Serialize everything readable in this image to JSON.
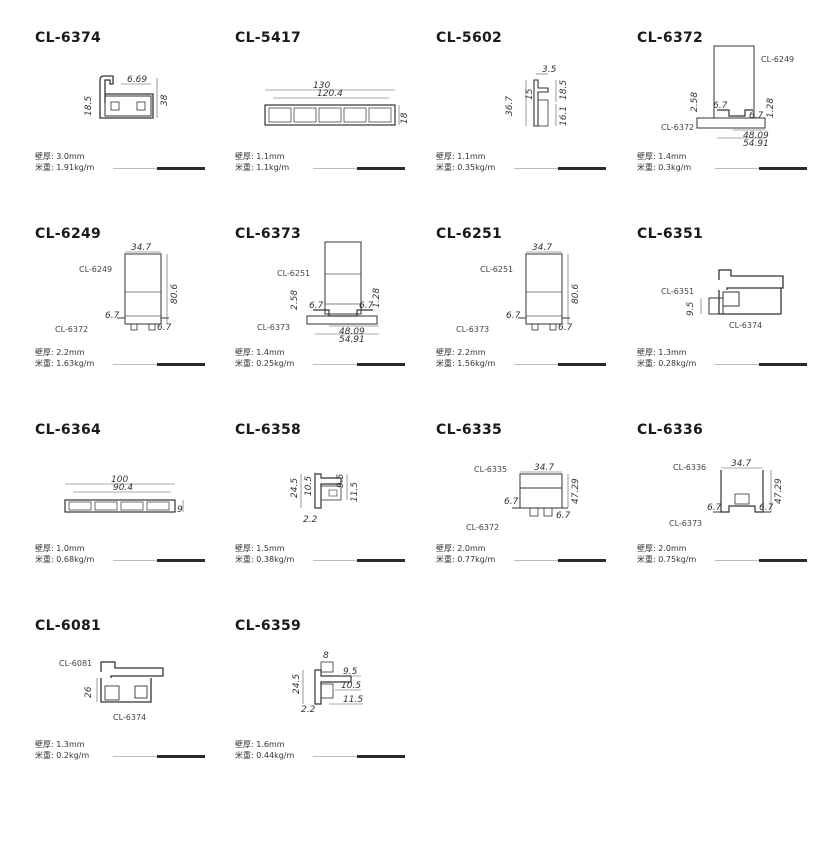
{
  "products": [
    {
      "code": "CL-6374",
      "wall_label": "壁厚:",
      "wall": "3.0mm",
      "weight_label": "米重:",
      "weight": "1.91kg/m",
      "drawing": "a",
      "dims": [
        "6.69",
        "18.5",
        "38"
      ],
      "labels": []
    },
    {
      "code": "CL-5417",
      "wall_label": "壁厚:",
      "wall": "1.1mm",
      "weight_label": "米重:",
      "weight": "1.1kg/m",
      "drawing": "b",
      "dims": [
        "130",
        "120.4",
        "18"
      ],
      "labels": []
    },
    {
      "code": "CL-5602",
      "wall_label": "壁厚:",
      "wall": "1.1mm",
      "weight_label": "米重:",
      "weight": "0.35kg/m",
      "drawing": "c",
      "dims": [
        "3.5",
        "36.7",
        "15",
        "18.5",
        "16.1"
      ],
      "labels": []
    },
    {
      "code": "CL-6372",
      "wall_label": "壁厚:",
      "wall": "1.4mm",
      "weight_label": "米重:",
      "weight": "0.3kg/m",
      "drawing": "d",
      "dims": [
        "2.58",
        "6.7",
        "6.7",
        "1.28",
        "48.09",
        "54.91"
      ],
      "labels": [
        "CL-6249",
        "CL-6372"
      ]
    },
    {
      "code": "CL-6249",
      "wall_label": "壁厚:",
      "wall": "2.2mm",
      "weight_label": "米重:",
      "weight": "1.63kg/m",
      "drawing": "e",
      "dims": [
        "34.7",
        "80.6",
        "6.7",
        "6.7"
      ],
      "labels": [
        "CL-6249",
        "CL-6372"
      ]
    },
    {
      "code": "CL-6373",
      "wall_label": "壁厚:",
      "wall": "1.4mm",
      "weight_label": "米重:",
      "weight": "0.25kg/m",
      "drawing": "d2",
      "dims": [
        "2.58",
        "6.7",
        "6.7",
        "1.28",
        "48.09",
        "54.91"
      ],
      "labels": [
        "CL-6251",
        "CL-6373"
      ]
    },
    {
      "code": "CL-6251",
      "wall_label": "壁厚:",
      "wall": "2.2mm",
      "weight_label": "米重:",
      "weight": "1.56kg/m",
      "drawing": "e",
      "dims": [
        "34.7",
        "80.6",
        "6.7",
        "6.7"
      ],
      "labels": [
        "CL-6251",
        "CL-6373"
      ]
    },
    {
      "code": "CL-6351",
      "wall_label": "壁厚:",
      "wall": "1.3mm",
      "weight_label": "米重:",
      "weight": "0.28kg/m",
      "drawing": "f",
      "dims": [
        "9.5"
      ],
      "labels": [
        "CL-6351",
        "CL-6374"
      ]
    },
    {
      "code": "CL-6364",
      "wall_label": "壁厚:",
      "wall": "1.0mm",
      "weight_label": "米重:",
      "weight": "0.68kg/m",
      "drawing": "b2",
      "dims": [
        "100",
        "90.4",
        "9"
      ],
      "labels": []
    },
    {
      "code": "CL-6358",
      "wall_label": "壁厚:",
      "wall": "1.5mm",
      "weight_label": "米重:",
      "weight": "0.38kg/m",
      "drawing": "g",
      "dims": [
        "24.5",
        "10.5",
        "9.5",
        "11.5",
        "2.2"
      ],
      "labels": []
    },
    {
      "code": "CL-6335",
      "wall_label": "壁厚:",
      "wall": "2.0mm",
      "weight_label": "米重:",
      "weight": "0.77kg/m",
      "drawing": "h",
      "dims": [
        "34.7",
        "47.29",
        "6.7",
        "6.7"
      ],
      "labels": [
        "CL-6335",
        "CL-6372"
      ]
    },
    {
      "code": "CL-6336",
      "wall_label": "壁厚:",
      "wall": "2.0mm",
      "weight_label": "米重:",
      "weight": "0.75kg/m",
      "drawing": "i",
      "dims": [
        "34.7",
        "47.29",
        "6.7",
        "6.7"
      ],
      "labels": [
        "CL-6336",
        "CL-6373"
      ]
    },
    {
      "code": "CL-6081",
      "wall_label": "壁厚:",
      "wall": "1.3mm",
      "weight_label": "米重:",
      "weight": "0.2kg/m",
      "drawing": "j",
      "dims": [
        "26"
      ],
      "labels": [
        "CL-6081",
        "CL-6374"
      ]
    },
    {
      "code": "CL-6359",
      "wall_label": "壁厚:",
      "wall": "1.6mm",
      "weight_label": "米重:",
      "weight": "0.44kg/m",
      "drawing": "k",
      "dims": [
        "8",
        "9.5",
        "24.5",
        "10.5",
        "11.5",
        "2.2"
      ],
      "labels": []
    }
  ],
  "colors": {
    "line": "#555555",
    "profile": "#333333",
    "text": "#222222"
  }
}
